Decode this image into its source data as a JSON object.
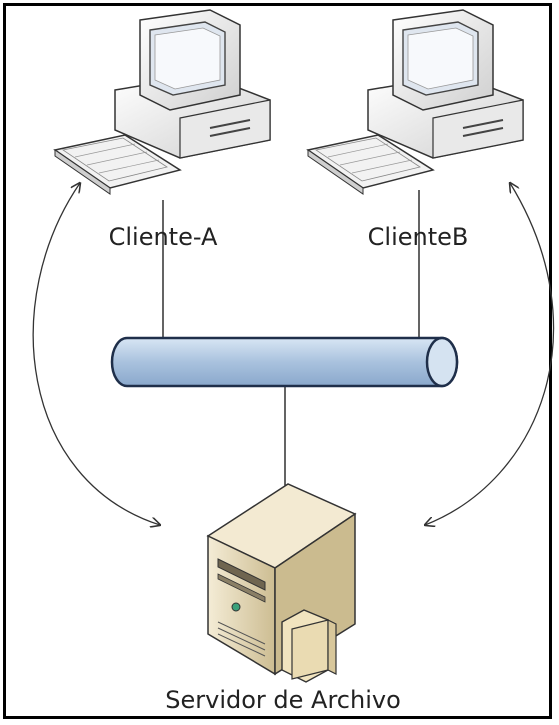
{
  "nodes": {
    "client_a": {
      "label": "Cliente-A",
      "icon": "desktop-computer-icon"
    },
    "client_b": {
      "label": "ClienteB",
      "icon": "desktop-computer-icon"
    },
    "server": {
      "label": "Servidor de Archivo",
      "icon": "file-server-icon"
    }
  },
  "network": {
    "icon": "network-bus-icon"
  },
  "colors": {
    "bus_fill": "#bcd3ea",
    "bus_stroke": "#1f2f4a",
    "monitor_body": "#e8e8e8",
    "screen": "#dfe6ef",
    "server_body": "#e6d9b8",
    "folder": "#f1e4bf"
  }
}
